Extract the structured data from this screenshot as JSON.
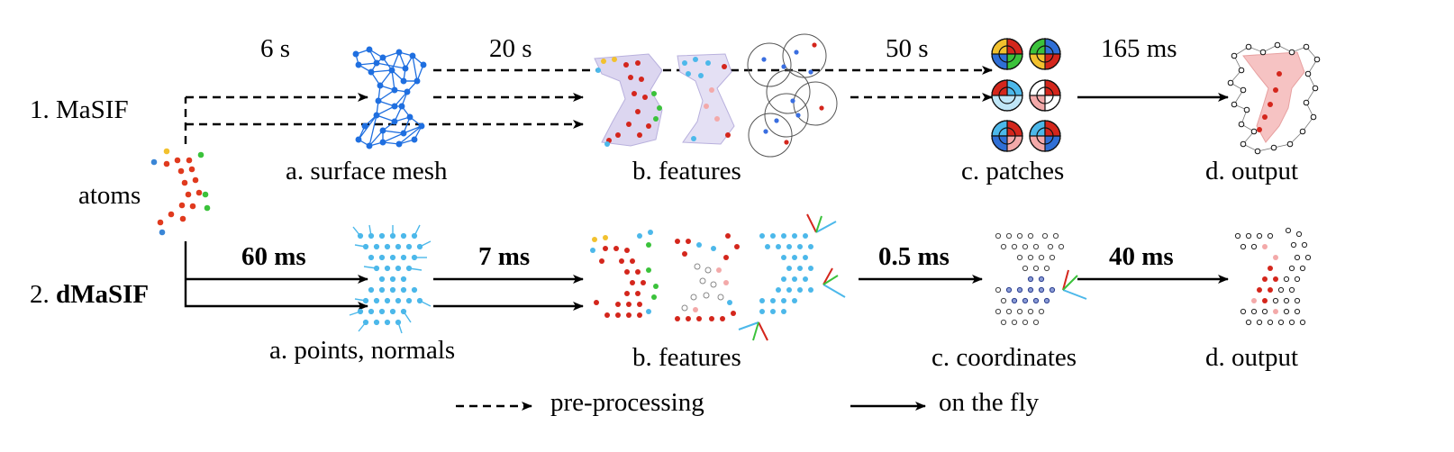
{
  "pipelines": {
    "masif": {
      "number": "1.",
      "name": "MaSIF",
      "times": {
        "mesh": "6 s",
        "features": "20 s",
        "patches": "50 s",
        "output": "165 ms"
      },
      "stages": {
        "a": "a. surface mesh",
        "b": "b. features",
        "c": "c. patches",
        "d": "d. output"
      }
    },
    "dmasif": {
      "number": "2.",
      "name": "dMaSIF",
      "times": {
        "points": "60 ms",
        "features": "7 ms",
        "coordinates": "0.5 ms",
        "output": "40 ms"
      },
      "stages": {
        "a": "a. points, normals",
        "b": "b. features",
        "c": "c. coordinates",
        "d": "d. output"
      }
    }
  },
  "input_label": "atoms",
  "legend": {
    "dashed": "pre-processing",
    "solid": "on the fly"
  },
  "colors": {
    "mesh_blue": "#1f6fe0",
    "point_blue": "#4cb8ea",
    "atom_red": "#e03a1e",
    "atom_yellow": "#f2c12e",
    "atom_green": "#3bc23b",
    "feature_red": "#d4261c",
    "pink": "#f3a9a9",
    "lavender": "#c9c2e6"
  }
}
